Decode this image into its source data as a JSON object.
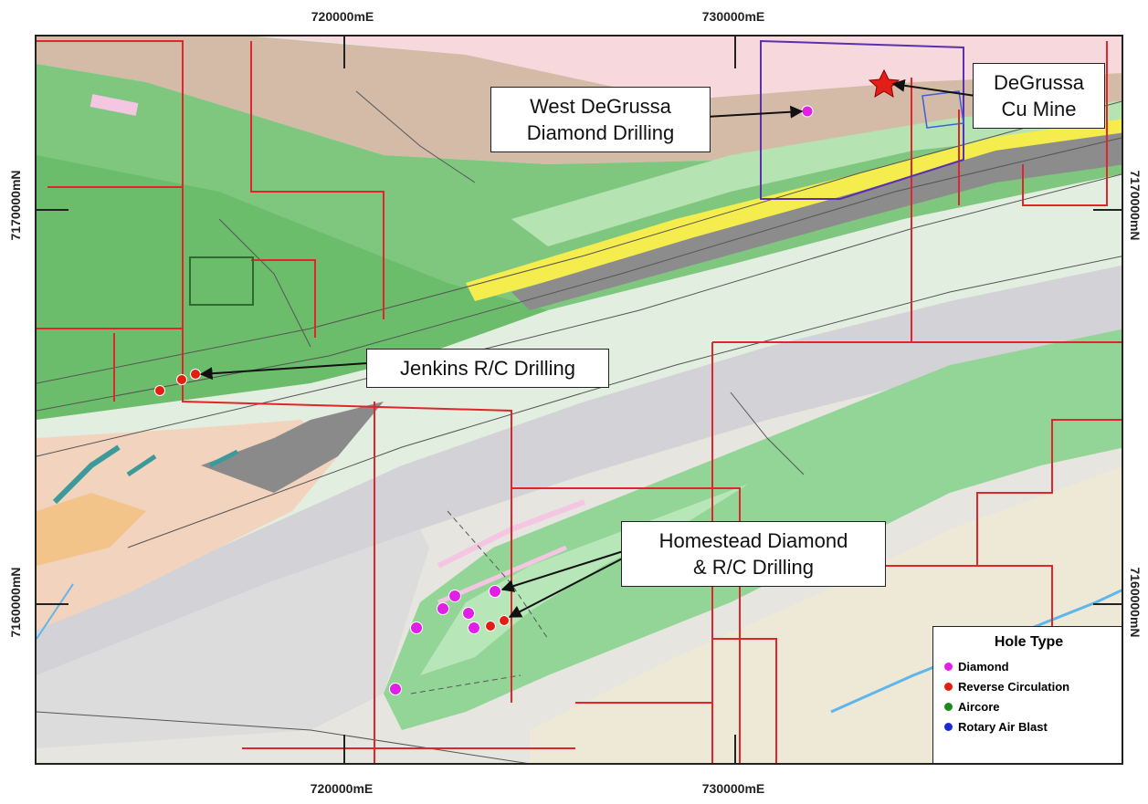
{
  "grid": {
    "top_left": "720000mE",
    "top_right": "730000mE",
    "bottom_left": "720000mE",
    "bottom_right": "730000mE",
    "left_upper": "7170000mN",
    "left_lower": "7160000mN",
    "right_upper": "7170000mN",
    "right_lower": "7160000mN"
  },
  "callouts": {
    "west": {
      "line1": "West DeGrussa",
      "line2": "Diamond Drilling"
    },
    "mine": {
      "line1": "DeGrussa",
      "line2": "Cu Mine"
    },
    "jenkins": {
      "line1": "Jenkins R/C Drilling"
    },
    "homestead": {
      "line1": "Homestead Diamond",
      "line2": "& R/C Drilling"
    }
  },
  "legend": {
    "title": "Hole Type",
    "items": [
      {
        "label": "Diamond",
        "color": "#e11fe6"
      },
      {
        "label": "Reverse Circulation",
        "color": "#e31d12"
      },
      {
        "label": "Aircore",
        "color": "#1a8a1a"
      },
      {
        "label": "Rotary Air Blast",
        "color": "#1a2ad6"
      }
    ]
  },
  "colors": {
    "tenement": "#e0262a",
    "project_outline": "#5a2fb0",
    "fault": "#555555",
    "diamond": "#e11fe6",
    "rc": "#e31d12"
  },
  "icons": {
    "mine": "star-icon"
  }
}
